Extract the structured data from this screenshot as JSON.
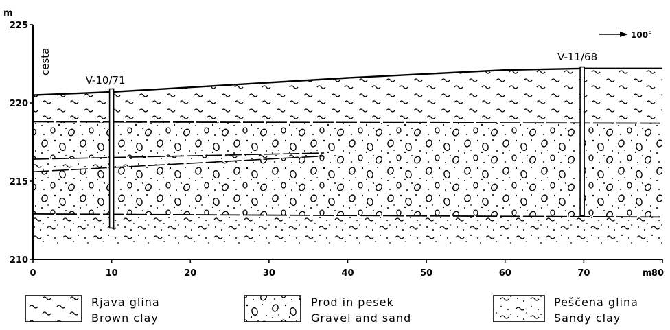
{
  "units": {
    "elevation": "m",
    "distance": "m"
  },
  "y_axis": {
    "ticks": [
      "225",
      "220",
      "215",
      "210"
    ],
    "range": [
      210,
      225
    ]
  },
  "x_axis": {
    "ticks": [
      "0",
      "10",
      "20",
      "30",
      "40",
      "50",
      "60",
      "70",
      "80"
    ],
    "range": [
      0,
      80
    ]
  },
  "labels": {
    "road": "cesta",
    "direction": "100°"
  },
  "boreholes": [
    {
      "name": "V-10/71",
      "x": 10,
      "bottom": 212.0
    },
    {
      "name": "V-11/68",
      "x": 69.8,
      "bottom": 212.8
    }
  ],
  "legend": [
    {
      "key": "brown-clay",
      "line1": "Rjava glina",
      "line2": "Brown clay"
    },
    {
      "key": "gravel-sand",
      "line1": "Prod in pesek",
      "line2": "Gravel and sand"
    },
    {
      "key": "sandy-clay",
      "line1": "Peščena glina",
      "line2": "Sandy clay"
    }
  ],
  "surface": [
    [
      0,
      220.5
    ],
    [
      10,
      220.7
    ],
    [
      20,
      221.0
    ],
    [
      40,
      221.6
    ],
    [
      60,
      222.1
    ],
    [
      70,
      222.2
    ],
    [
      80,
      222.2
    ]
  ],
  "boundaries": {
    "clay_bottom": [
      [
        0,
        218.8
      ],
      [
        80,
        218.7
      ]
    ],
    "gravel_bottom": [
      [
        0,
        212.9
      ],
      [
        80,
        212.7
      ]
    ]
  },
  "sandy_lens": {
    "top": [
      [
        0,
        216.4
      ],
      [
        37,
        216.8
      ]
    ],
    "bottom": [
      [
        0,
        215.6
      ],
      [
        37,
        216.6
      ]
    ]
  }
}
